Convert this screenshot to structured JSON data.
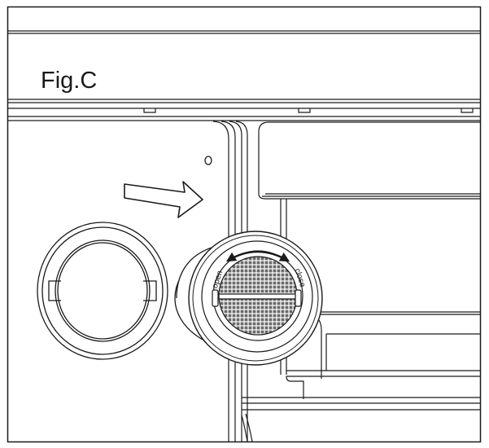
{
  "figure": {
    "label": "Fig.C"
  },
  "knob": {
    "open_label": "open",
    "close_label": "close",
    "rotation_arrow_icon": "double-headed-curved-arrow-icon"
  },
  "direction_arrow_icon": "right-arrow-icon",
  "colors": {
    "line": "#1a1a1a",
    "background": "#ffffff"
  }
}
